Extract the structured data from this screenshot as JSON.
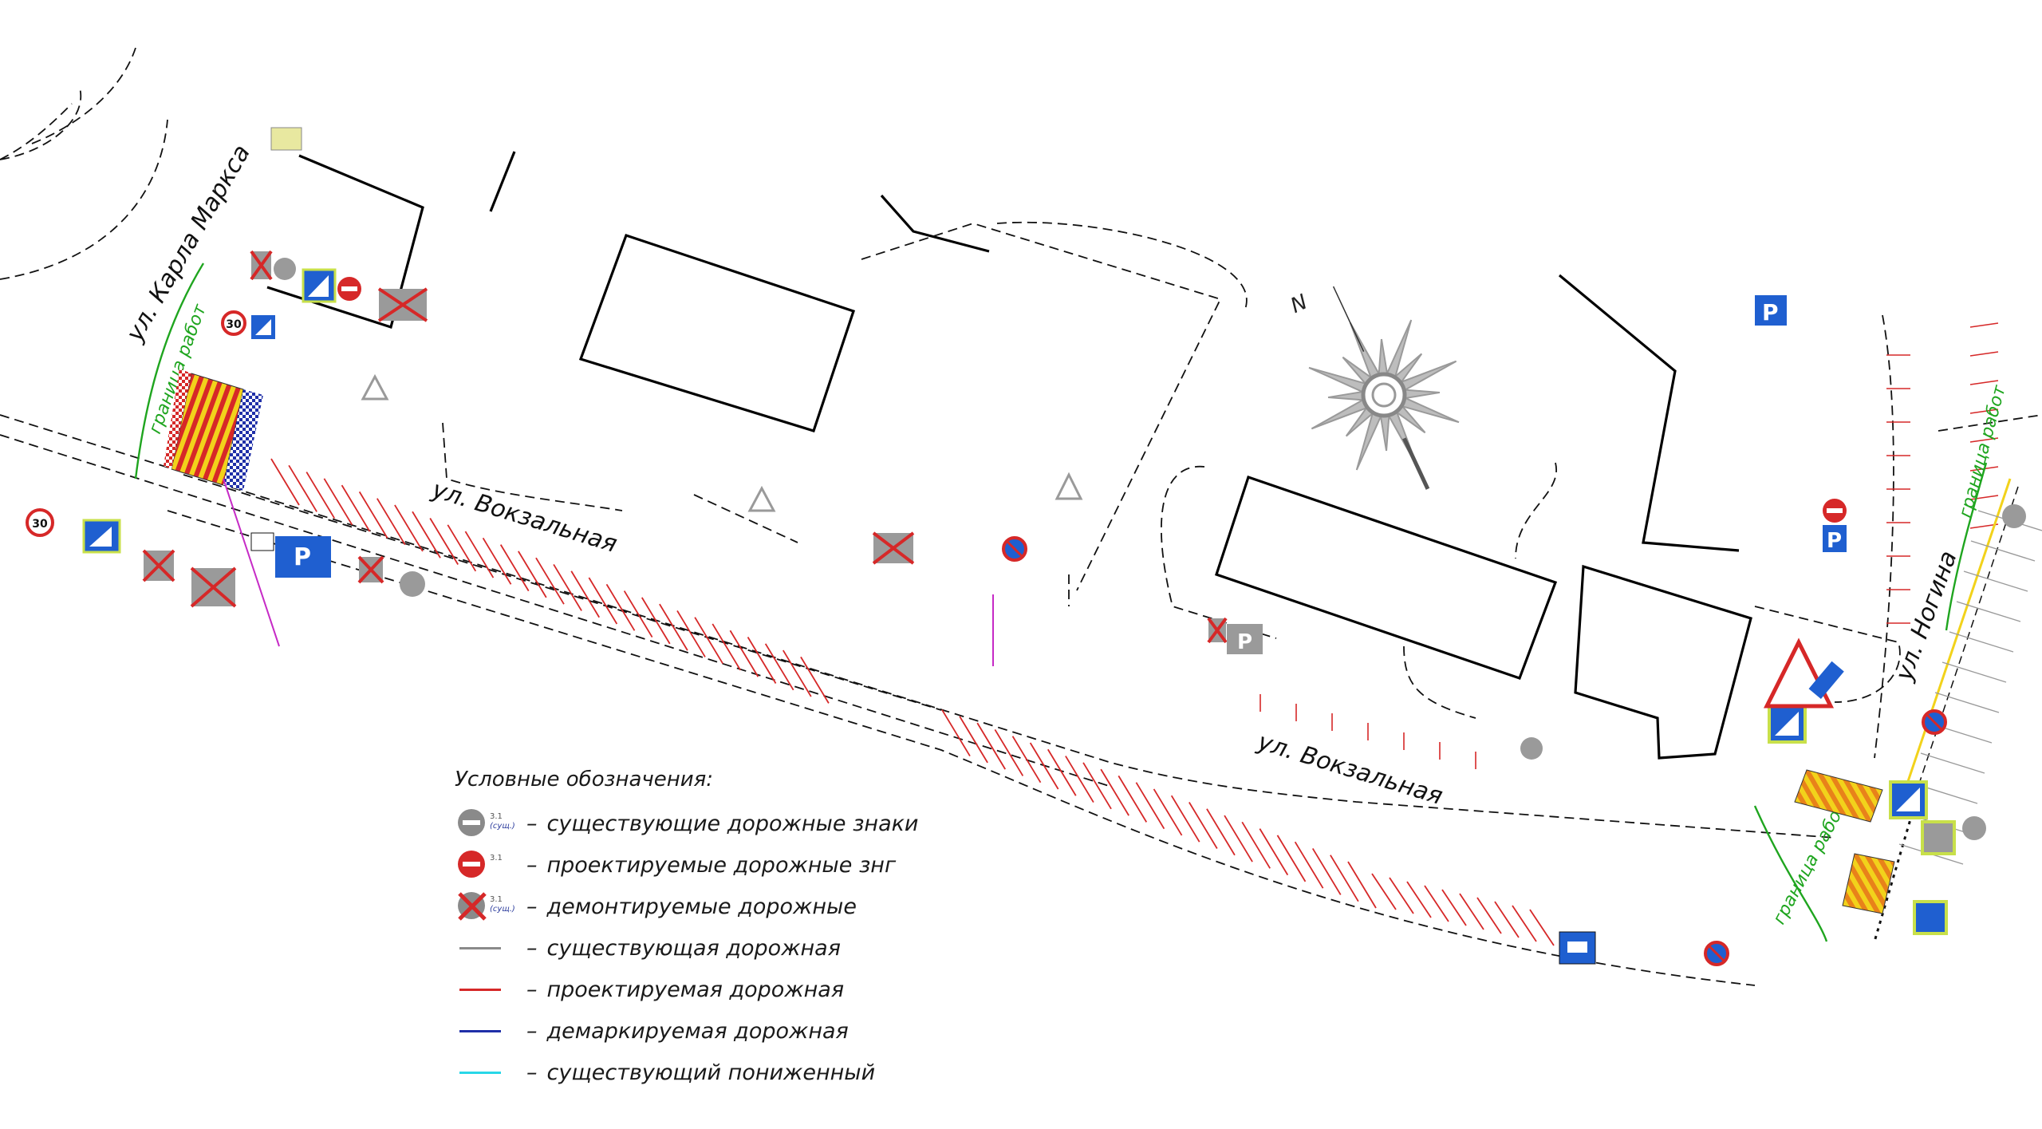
{
  "streets": {
    "karla_marksa": "ул. Карла Маркса",
    "vokzalnaya_1": "ул. Вокзальная",
    "vokzalnaya_2": "ул. Вокзальная",
    "nogina": "ул. Ногина"
  },
  "work_boundary": "граница работ",
  "compass_north": "N",
  "speed_limit": "30",
  "parking_letter": "P",
  "legend": {
    "title": "Условные обозначения:",
    "items": [
      {
        "code": "3.1",
        "code2": "(сущ.)",
        "label": "существующие дорожные знаки",
        "symbol": "existing-sign"
      },
      {
        "code": "3.1",
        "code2": "",
        "label": "проектируемые дорожные знг",
        "symbol": "projected-sign"
      },
      {
        "code": "3.1",
        "code2": "(сущ.)",
        "label": "демонтируемые дорожные",
        "symbol": "removed-sign"
      },
      {
        "code": "",
        "code2": "",
        "label": "существующая дорожная",
        "symbol": "existing-line"
      },
      {
        "code": "",
        "code2": "",
        "label": "проектируемая дорожная",
        "symbol": "projected-line"
      },
      {
        "code": "",
        "code2": "",
        "label": "демаркируемая дорожная",
        "symbol": "removed-line"
      },
      {
        "code": "",
        "code2": "",
        "label": "существующий пониженный",
        "symbol": "lowered-curb-line"
      }
    ]
  },
  "colors": {
    "existing": "#8a8a8a",
    "projected": "#d62828",
    "removed": "#1f2fa8",
    "lowered": "#28d7e8",
    "boundary": "#1fa51f",
    "sign_blue": "#1f5fd0",
    "crossing_yellow": "#f2d21b"
  }
}
